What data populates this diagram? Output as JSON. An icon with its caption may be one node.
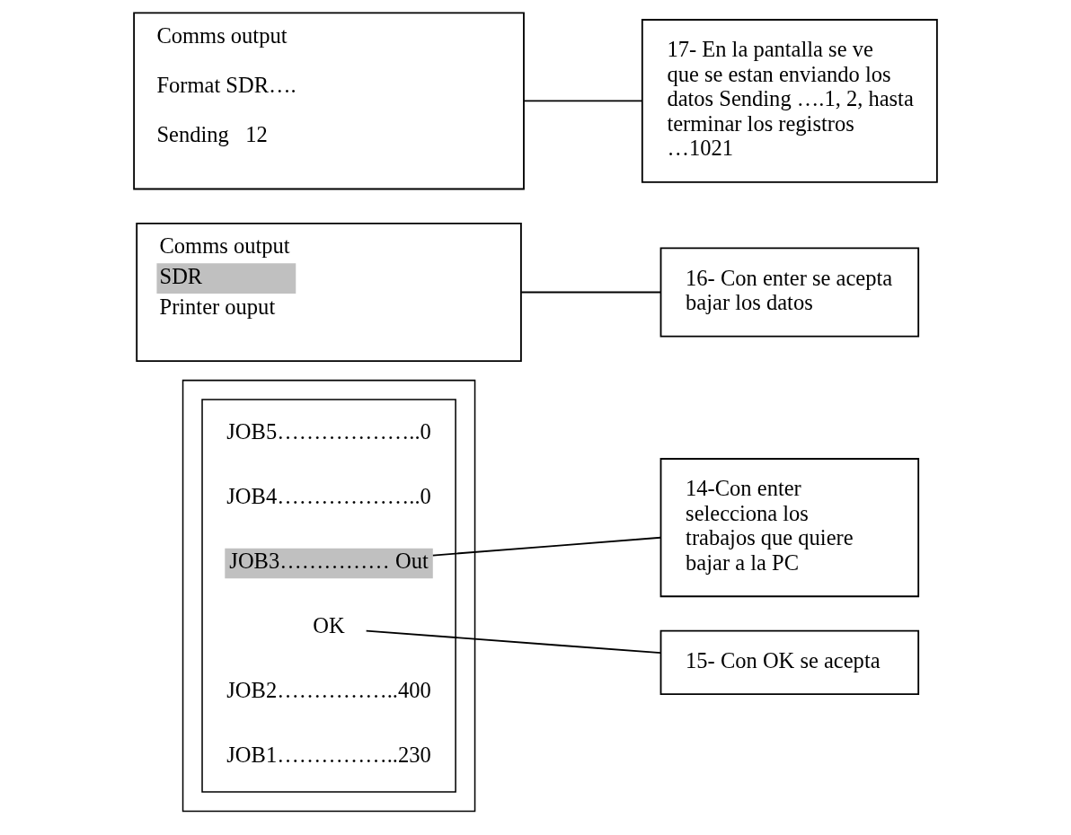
{
  "diagram": {
    "nodes": [
      {
        "text": [],
        "shape": "box"
      },
      {
        "text": [],
        "shape": "box",
        "in": 0
      },
      {
        "text": [
          "JOB1……………..230"
        ],
        "in": 1
      },
      {
        "text": [
          "JOB2……………..400"
        ],
        "in": 1
      },
      {
        "text": [
          "JOB3…………… Out"
        ],
        "in": 1
      },
      {
        "text": [
          "JOB4………………..0"
        ],
        "in": 1
      },
      {
        "text": [
          "JOB5………………..0"
        ],
        "in": 1
      },
      {
        "text": [
          "OK"
        ],
        "in": 1
      },
      {
        "text": [
          "14-Con enter selecciona los trabajos que quiere bajar a la PC"
        ]
      },
      {
        "text": [
          "15- Con OK se acepta"
        ]
      },
      {
        "text": [
          "Comms output",
          "SDR",
          "Printer ouput"
        ]
      },
      {
        "text": [
          "16- Con enter se acepta bajar los datos"
        ]
      },
      {
        "text": [
          "Comms output",
          "Format SDR….",
          "Sending   12"
        ]
      },
      {
        "text": [
          "17- En la pantalla se ve que se estan enviando los datos Sending ….1, 2, hasta terminar los registros …1021"
        ]
      }
    ],
    "edges": [
      {
        "from": 8,
        "to": 4,
        "arrow": "none"
      },
      {
        "from": 9,
        "to": 7,
        "arrow": "none"
      },
      {
        "from": 11,
        "to": 10,
        "arrow": "none"
      },
      {
        "from": 13,
        "to": 12,
        "arrow": "none"
      }
    ]
  }
}
